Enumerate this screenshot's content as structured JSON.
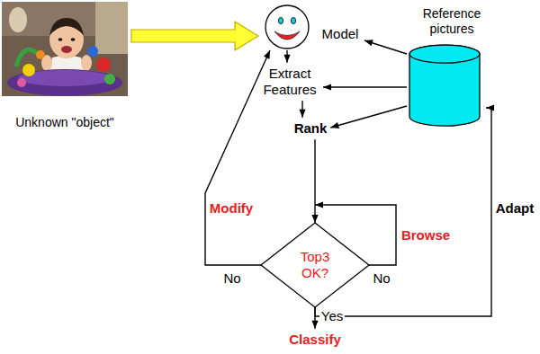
{
  "diagram": {
    "nodes": [
      {
        "text": [
          "Unknown \"object\""
        ]
      },
      {
        "text": [
          "Model"
        ]
      },
      {
        "text": [
          "Reference pictures"
        ]
      },
      {
        "text": [
          "Extract Features"
        ]
      },
      {
        "text": [
          "Rank"
        ]
      },
      {
        "text": [
          "Top3 OK?"
        ]
      },
      {
        "text": [
          "Classify"
        ]
      }
    ],
    "edges": [
      {
        "from": 0,
        "to": 1,
        "arrow": "to"
      },
      {
        "from": 1,
        "to": 3,
        "arrow": "to"
      },
      {
        "from": 3,
        "to": 4,
        "arrow": "to"
      },
      {
        "from": 2,
        "to": 1,
        "arrow": "to"
      },
      {
        "from": 2,
        "to": 3,
        "arrow": "to"
      },
      {
        "from": 2,
        "to": 4,
        "arrow": "to"
      },
      {
        "from": 4,
        "to": 5,
        "arrow": "to"
      },
      {
        "from": 5,
        "to": 1,
        "label": "Modify",
        "arrow": "to"
      },
      {
        "from": 5,
        "to": 5,
        "label": "Browse",
        "arrow": "to"
      },
      {
        "from": 5,
        "to": 6,
        "label": "Yes",
        "arrow": "to"
      },
      {
        "from": 5,
        "to": 2,
        "label": "Adapt",
        "arrow": "to"
      }
    ],
    "labels": [
      "No",
      "No"
    ]
  }
}
